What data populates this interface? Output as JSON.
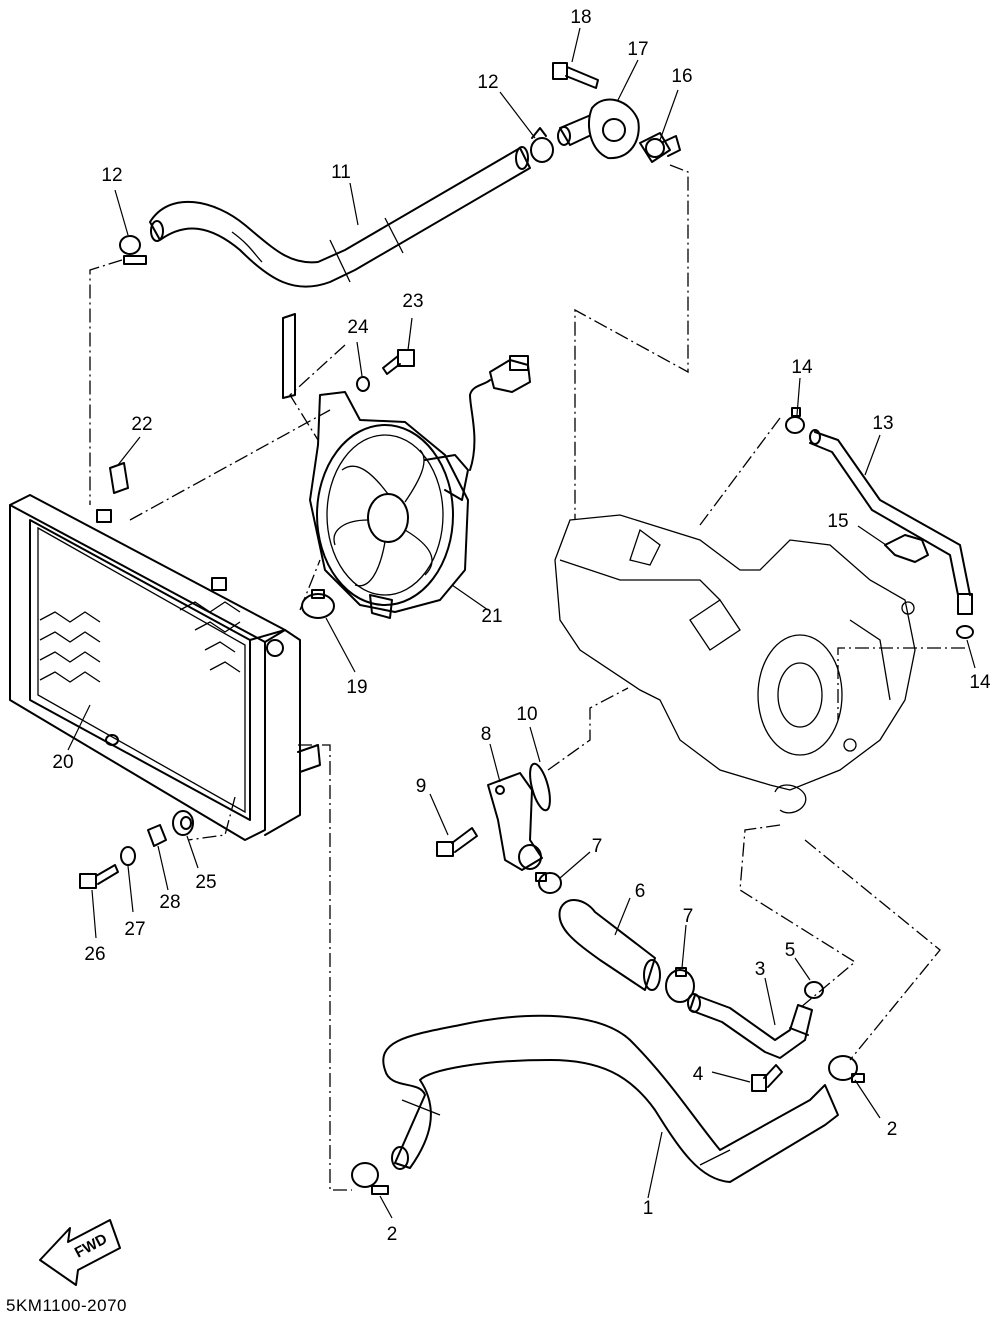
{
  "diagram_code": "5KM1100-2070",
  "fwd_label": "FWD",
  "callouts": [
    {
      "id": "c1",
      "label": "1"
    },
    {
      "id": "c2a",
      "label": "2"
    },
    {
      "id": "c2b",
      "label": "2"
    },
    {
      "id": "c3",
      "label": "3"
    },
    {
      "id": "c4",
      "label": "4"
    },
    {
      "id": "c5",
      "label": "5"
    },
    {
      "id": "c6",
      "label": "6"
    },
    {
      "id": "c7a",
      "label": "7"
    },
    {
      "id": "c7b",
      "label": "7"
    },
    {
      "id": "c8",
      "label": "8"
    },
    {
      "id": "c9",
      "label": "9"
    },
    {
      "id": "c10",
      "label": "10"
    },
    {
      "id": "c11",
      "label": "11"
    },
    {
      "id": "c12a",
      "label": "12"
    },
    {
      "id": "c12b",
      "label": "12"
    },
    {
      "id": "c13",
      "label": "13"
    },
    {
      "id": "c14a",
      "label": "14"
    },
    {
      "id": "c14b",
      "label": "14"
    },
    {
      "id": "c15",
      "label": "15"
    },
    {
      "id": "c16",
      "label": "16"
    },
    {
      "id": "c17",
      "label": "17"
    },
    {
      "id": "c18",
      "label": "18"
    },
    {
      "id": "c19",
      "label": "19"
    },
    {
      "id": "c20",
      "label": "20"
    },
    {
      "id": "c21",
      "label": "21"
    },
    {
      "id": "c22",
      "label": "22"
    },
    {
      "id": "c23",
      "label": "23"
    },
    {
      "id": "c24",
      "label": "24"
    },
    {
      "id": "c25",
      "label": "25"
    },
    {
      "id": "c26",
      "label": "26"
    },
    {
      "id": "c27",
      "label": "27"
    },
    {
      "id": "c28",
      "label": "28"
    }
  ]
}
